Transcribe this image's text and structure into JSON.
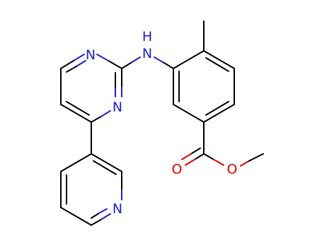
{
  "molecule": {
    "atoms": {
      "nh": "N",
      "nh_h": "H",
      "pyrimidine_n1": "N",
      "pyrimidine_n3": "N",
      "pyridine_n": "N",
      "carbonyl_o": "O",
      "ester_o": "O"
    },
    "colors": {
      "bond": "#000000",
      "nitrogen": "#1f1fd0",
      "oxygen": "#e00000",
      "background": "#ffffff"
    }
  }
}
